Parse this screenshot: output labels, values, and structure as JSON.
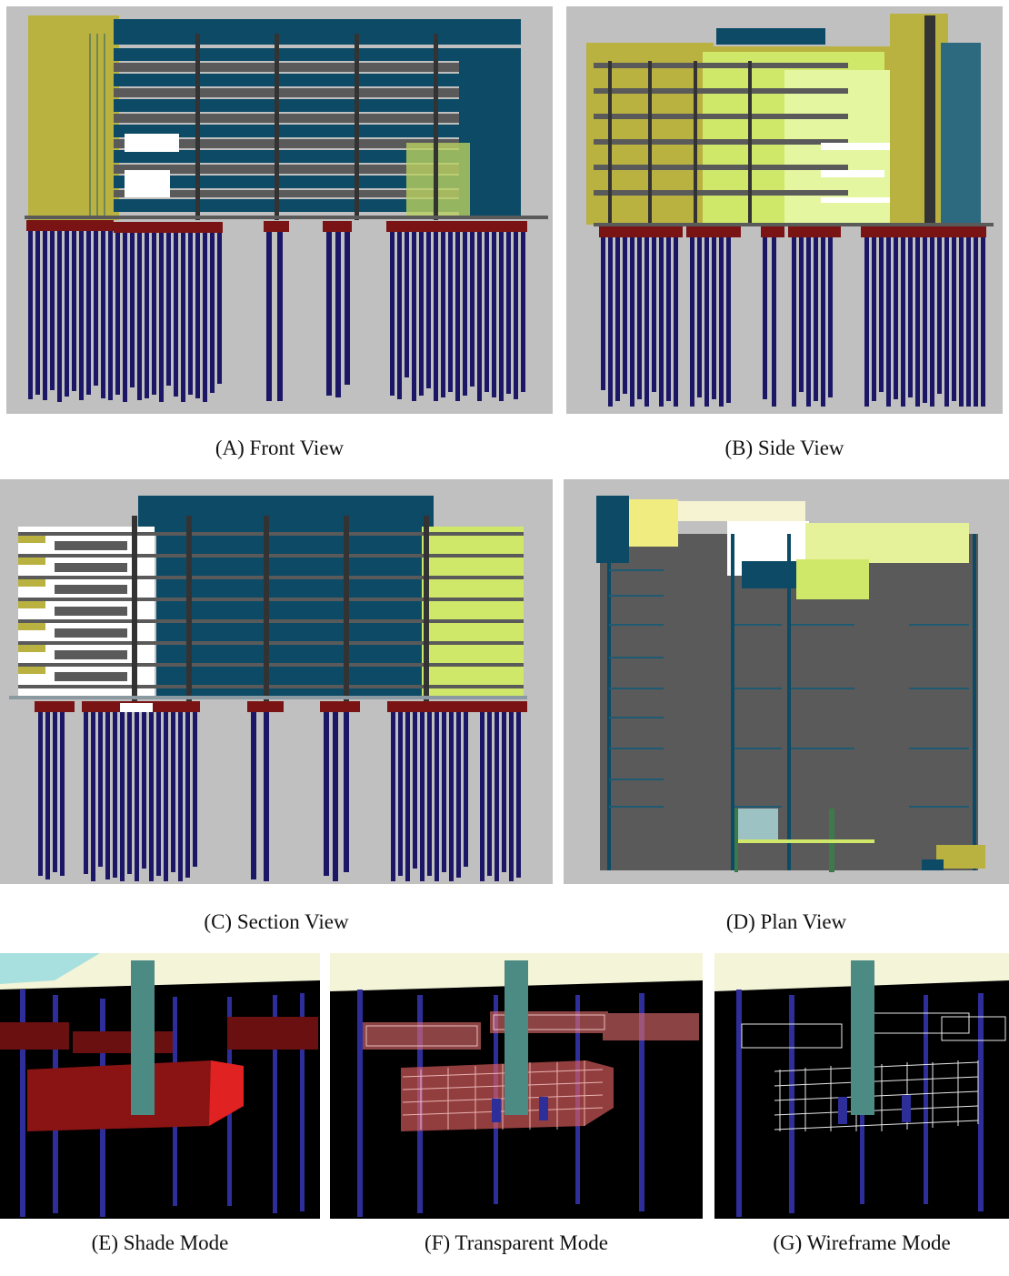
{
  "captions": {
    "a": "(A) Front View",
    "b": "(B) Side View",
    "c": "(C) Section View",
    "d": "(D) Plan View",
    "e": "(E) Shade Mode",
    "f": "(F) Transparent Mode",
    "g": "(G) Wireframe Mode"
  },
  "colors": {
    "viewport_background": "#c0c0c0",
    "render_background": "#000000",
    "slab": "#0c4a66",
    "gray_floor": "#5a5a5a",
    "olive_core": "#b9b240",
    "lime_floor": "#cfe86a",
    "pile": "#1b1766",
    "pile_cap": "#7a1414",
    "cap_red": "#d41f1f",
    "column": "#4c8a84"
  }
}
